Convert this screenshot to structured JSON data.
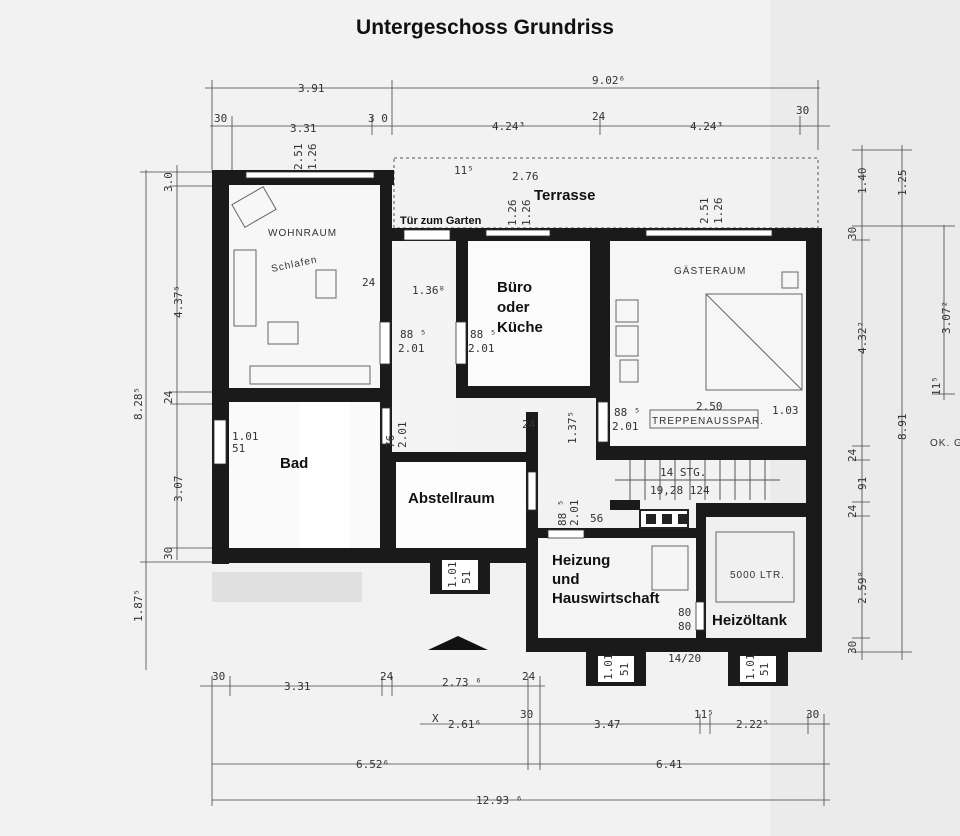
{
  "title": "Untergeschoss Grundriss",
  "rooms": {
    "terrasse": "Terrasse",
    "tuer_garten": "Tür zum Garten",
    "wohnraum": "WOHNRAUM",
    "wohnraum_hand": "Schlafen",
    "buero_1": "Büro",
    "buero_2": "oder",
    "buero_3": "Küche",
    "gaesteraum": "GÄSTERAUM",
    "treppe": "TREPPENAUSSPAR.",
    "bad": "Bad",
    "abstellraum": "Abstellraum",
    "heizung_1": "Heizung",
    "heizung_2": "und",
    "heizung_3": "Hauswirtschaft",
    "tank_inner": "5000 LTR.",
    "heizoeltank": "Heizöltank",
    "ok": "OK. G"
  },
  "dims_top": {
    "d391": "3.91",
    "d9026": "9.02⁶",
    "d30a": "30",
    "d331": "3.31",
    "d30b": "3 0",
    "d4243a": "4.24³",
    "d24": "24",
    "d4243b": "4.24³",
    "d30c": "30"
  },
  "dims_bottom": {
    "b30": "30",
    "b331": "3.31",
    "b24a": "24",
    "b2736": "2.73 ⁶",
    "b24b": "24",
    "bx": "X",
    "b2616": "2.61⁶",
    "b30b": "30",
    "b347": "3.47",
    "b115": "11⁵",
    "b2225": "2.22⁵",
    "b30c": "30",
    "b6526": "6.52⁶",
    "b641": "6.41",
    "b12936": "12.93 ⁶"
  },
  "dims_left": {
    "l30a": "3.0",
    "l4375": "4.37⁵",
    "l24": "24",
    "l8285": "8.28⁵",
    "l307": "3.07",
    "l30b": "30",
    "l1875": "1.87⁵"
  },
  "dims_right": {
    "r140": "1.40",
    "r125": "1.25",
    "r30": "30",
    "r4322": "4.32²",
    "r3072": "3.07²",
    "r115": "11⁵",
    "r891": "8.91",
    "r24a": "24",
    "r91": "91",
    "r24b": "24",
    "r2598": "2.59⁸",
    "r30b": "30"
  },
  "inner": {
    "w251a": "2.51",
    "w126a": "1.26",
    "t115": "11⁵",
    "t276": "2.76",
    "w126b": "1.26",
    "w126c": "1.26",
    "w251b": "2.51",
    "w126d": "1.26",
    "i24": "24",
    "i1368": "1.36⁸",
    "i885a": "88 ⁵",
    "i201a": "2.01",
    "i885b": "88 ⁵",
    "i201b": "2.01",
    "i885c": "88 ⁵",
    "i201c": "2.01",
    "i250": "2.50",
    "i103": "1.03",
    "i101a": "1.01",
    "i51a": "51",
    "i76": "76",
    "i201d": "2.01",
    "i24b": "24",
    "i1375": "1.37⁵",
    "i14stg": "14 STG.",
    "i1928": "19,28 124",
    "i885d": "88 ⁵",
    "i201e": "2.01",
    "i56": "56",
    "i80a": "80",
    "i80b": "80",
    "i1420": "14/20",
    "i101b": "1.01",
    "i51b": "51",
    "i101c": "1.01",
    "i51c": "51",
    "i101d": "1.01",
    "i51d": "51"
  }
}
